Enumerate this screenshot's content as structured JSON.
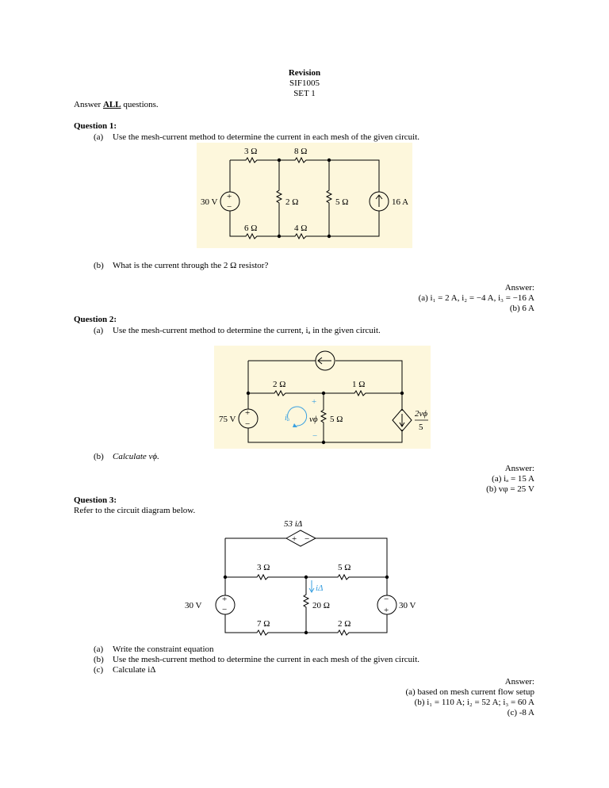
{
  "header": {
    "title": "Revision",
    "course": "SIF1005",
    "set": "SET 1"
  },
  "instruction": {
    "prefix": "Answer ",
    "emph": "ALL",
    "suffix": " questions."
  },
  "q1": {
    "heading": "Question 1:",
    "a_label": "(a)",
    "a_text": "Use the mesh-current method to determine the current in each mesh of the given circuit.",
    "b_label": "(b)",
    "b_text": "What is the current through the 2 Ω resistor?",
    "answer_title": "Answer:",
    "answer_a": "(a) i₁ = 2 A, i₂ = −4 A, i₃ = −16 A",
    "answer_b": "(b) 6 A",
    "circuit": {
      "r_top1": "3 Ω",
      "r_top2": "8 Ω",
      "r_mid1": "2 Ω",
      "r_mid2": "5 Ω",
      "r_bot1": "6 Ω",
      "r_bot2": "4 Ω",
      "source_v": "30 V",
      "source_i": "16 A",
      "plus": "+",
      "minus": "−"
    }
  },
  "q2": {
    "heading": "Question 2:",
    "a_label": "(a)",
    "a_text": "Use the mesh-current method to determine the current, iₐ in the given circuit.",
    "b_label": "(b)",
    "b_text": "Calculate vϕ.",
    "answer_title": "Answer:",
    "answer_a": "(a)   iₐ = 15 A",
    "answer_b": "(b)   vφ = 25 V",
    "circuit": {
      "r1": "2 Ω",
      "r2": "1 Ω",
      "r3": "5 Ω",
      "source_v": "75 V",
      "mesh_current": "iₐ",
      "v_label": "vϕ",
      "dep_num": "2vϕ",
      "dep_den": "5",
      "plus": "+",
      "minus": "−"
    }
  },
  "q3": {
    "heading": "Question 3:",
    "intro": "Refer to the circuit diagram below.",
    "a_label": "(a)",
    "a_text": "Write the constraint equation",
    "b_label": "(b)",
    "b_text": "Use the mesh-current method to determine the current in each mesh of the given circuit.",
    "c_label": "(c)",
    "c_text": "Calculate iΔ",
    "answer_title": "Answer:",
    "answer_a": "(a)   based on mesh current flow setup",
    "answer_b": "(b)   i₁ = 110 A; i₂ = 52 A; i₃ = 60 A",
    "answer_c": "(c)   -8 A",
    "circuit": {
      "dep_source": "53 iΔ",
      "r_top1": "3 Ω",
      "r_top2": "5 Ω",
      "r_mid": "20 Ω",
      "r_bot1": "7 Ω",
      "r_bot2": "2 Ω",
      "v_left": "30 V",
      "v_right": "30 V",
      "i_delta": "iΔ",
      "plus": "+",
      "minus": "−"
    }
  },
  "colors": {
    "figure_bg": "#fdf7dc",
    "accent_blue": "#3aa0e0"
  }
}
